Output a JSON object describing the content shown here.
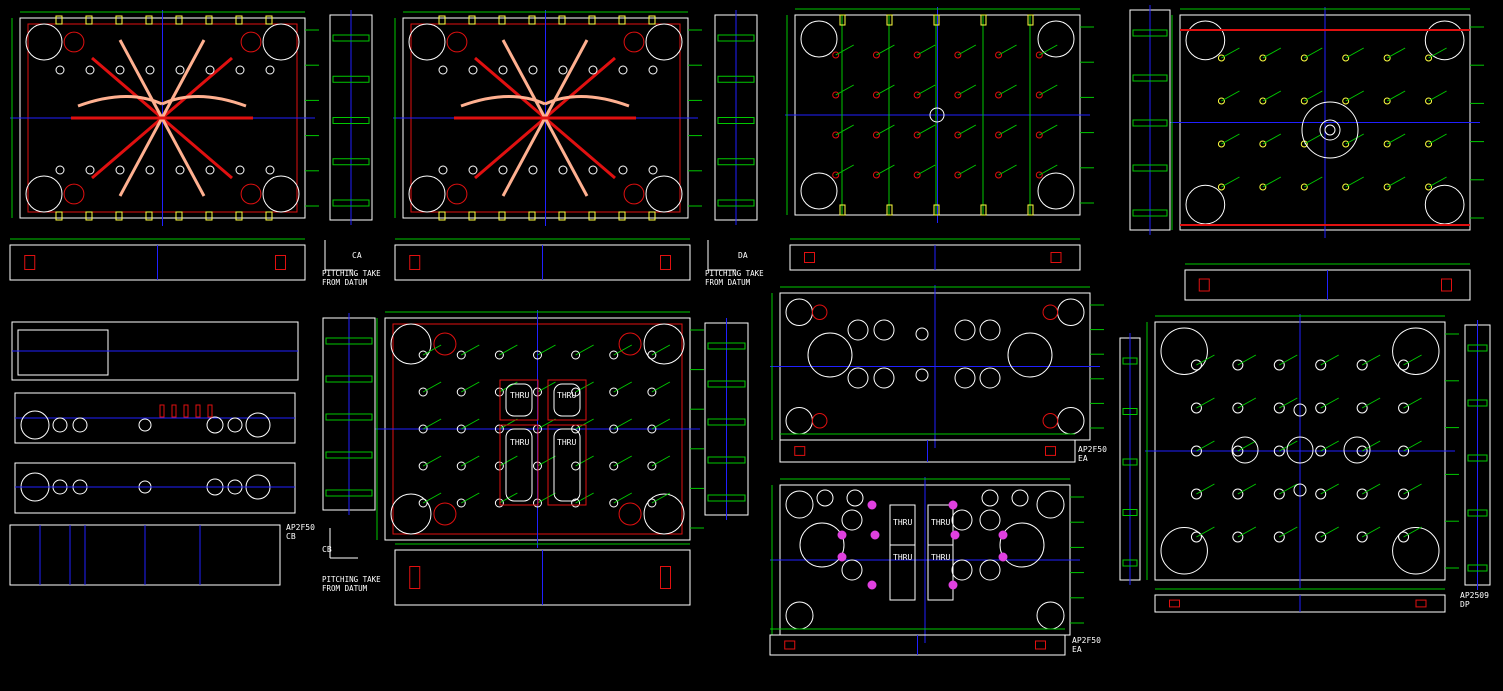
{
  "colors": {
    "background": "#000000",
    "outline": "#ffffff",
    "centerline": "#2020ff",
    "dimension": "#00c800",
    "cavity": "#e01010",
    "insert": "#ffb090",
    "pin": "#ffff40",
    "ejector": "#e040e0"
  },
  "notes": {
    "pitching_1": [
      "PITCHING TAKE",
      "FROM DATUM"
    ],
    "pitching_2": [
      "PITCHING TAKE",
      "FROM DATUM"
    ],
    "pitching_3": [
      "PITCHING TAKE",
      "FROM DATUM"
    ]
  },
  "section_labels": {
    "ca": "CA",
    "da": "DA",
    "cb": "CB",
    "ea": "EA",
    "ea_ref": "AP2F50",
    "fb_ref": "AP2F50",
    "fb": "EA",
    "gb_ref": "AP2509",
    "gb": "DP",
    "left_ref": "AP2F50",
    "left": "CB"
  },
  "thru_labels": [
    "THRU",
    "THRU",
    "THRU",
    "THRU",
    "THRU",
    "THRU",
    "THRU",
    "THRU"
  ]
}
